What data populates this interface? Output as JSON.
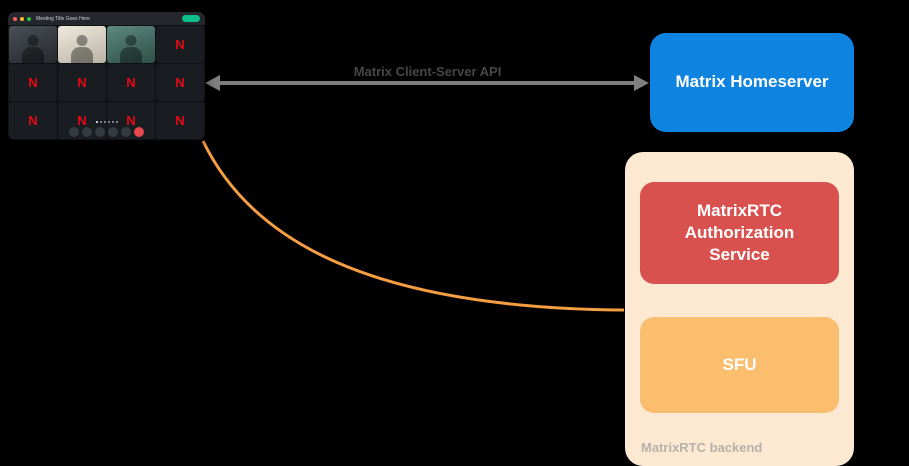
{
  "colors": {
    "background": "#000000",
    "homeserver_bg": "#0f83e0",
    "auth_bg": "#d9514f",
    "sfu_bg": "#fbbe6e",
    "backend_bg": "#fde9d2",
    "backend_label": "#b5b1ab",
    "arrow": "#7f7f7f",
    "arrow_label": "#474747",
    "curve": "#f59e42",
    "n_red": "#e50914",
    "join_green": "#0dbd8b",
    "window_bg": "#0f1215",
    "titlebar_bg": "#24282d"
  },
  "call_window": {
    "title": "Meeting Title Goes Here",
    "pagination_dots": 6,
    "tiles": [
      "person",
      "person-light",
      "person-green",
      "n",
      "n",
      "n",
      "n",
      "n",
      "n",
      "n",
      "n",
      "n"
    ]
  },
  "arrow": {
    "label": "Matrix Client-Server API"
  },
  "homeserver": {
    "label": "Matrix Homeserver"
  },
  "backend": {
    "label": "MatrixRTC backend",
    "auth_label": "MatrixRTC Authorization Service",
    "sfu_label": "SFU"
  }
}
